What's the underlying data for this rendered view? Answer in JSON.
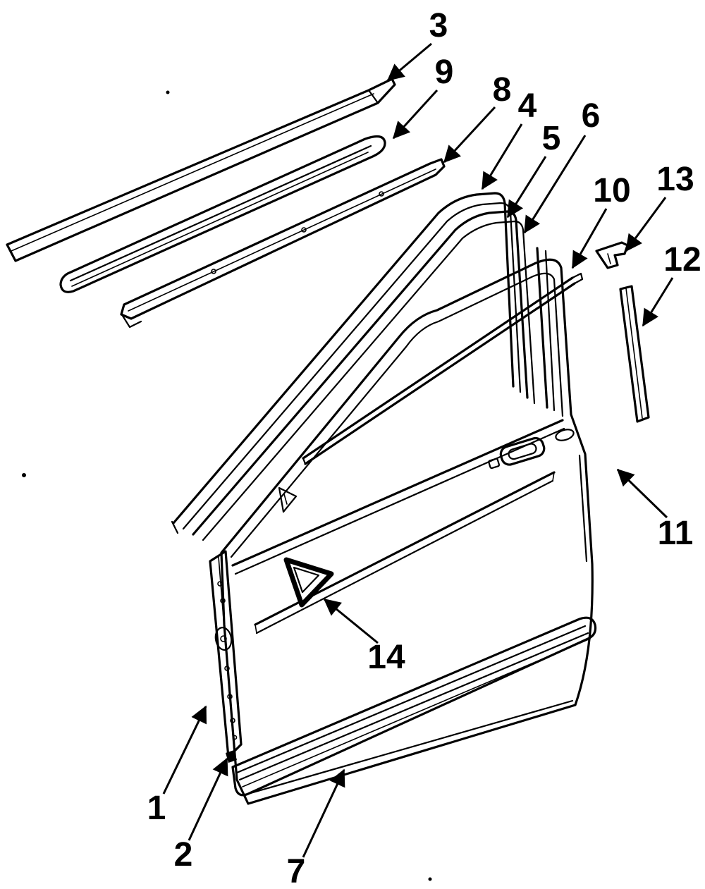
{
  "diagram": {
    "background_color": "#ffffff",
    "line_color": "#000000",
    "callouts": [
      {
        "label": "1"
      },
      {
        "label": "2"
      },
      {
        "label": "3"
      },
      {
        "label": "4"
      },
      {
        "label": "5"
      },
      {
        "label": "6"
      },
      {
        "label": "7"
      },
      {
        "label": "8"
      },
      {
        "label": "9"
      },
      {
        "label": "10"
      },
      {
        "label": "11"
      },
      {
        "label": "12"
      },
      {
        "label": "13"
      },
      {
        "label": "14"
      }
    ]
  }
}
